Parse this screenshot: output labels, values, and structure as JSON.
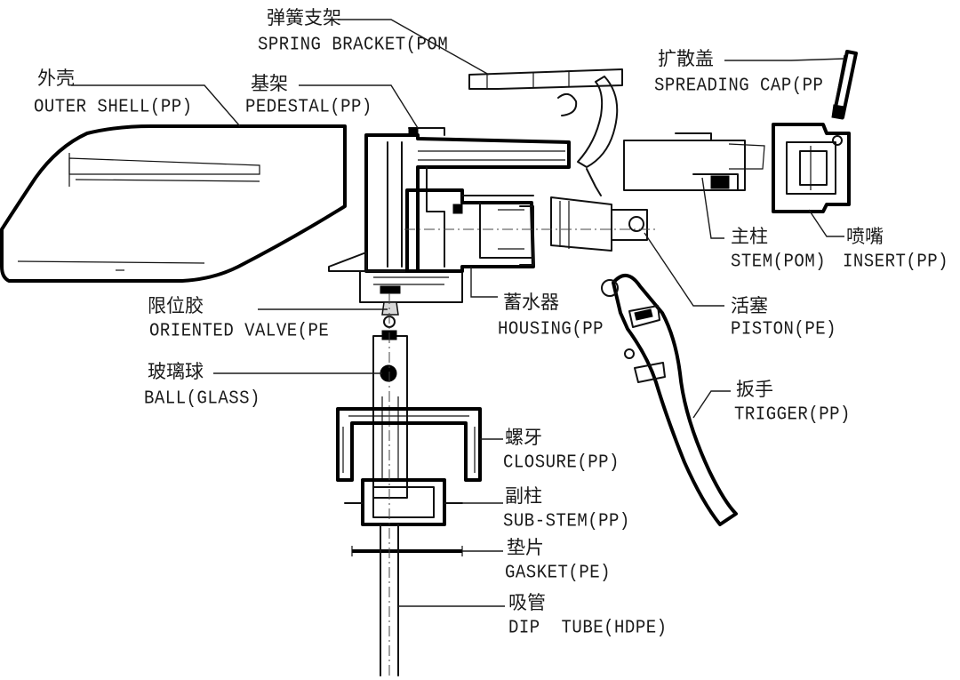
{
  "labels": {
    "spring_bracket": {
      "zh": "弹簧支架",
      "en": "SPRING BRACKET(POM"
    },
    "spreading_cap": {
      "zh": "扩散盖",
      "en": "SPREADING CAP(PP"
    },
    "outer_shell": {
      "zh": "外壳",
      "en": "OUTER SHELL(PP)"
    },
    "pedestal": {
      "zh": "基架",
      "en": "PEDESTAL(PP)"
    },
    "stem": {
      "zh": "主柱",
      "en": "STEM(POM)"
    },
    "insert": {
      "zh": "喷嘴",
      "en": "INSERT(PP)"
    },
    "oriented_valve": {
      "zh": "限位胶",
      "en": "ORIENTED VALVE(PE"
    },
    "housing": {
      "zh": "蓄水器",
      "en": "HOUSING(PP"
    },
    "piston": {
      "zh": "活塞",
      "en": "PISTON(PE)"
    },
    "ball": {
      "zh": "玻璃球",
      "en": "BALL(GLASS)"
    },
    "trigger": {
      "zh": "扳手",
      "en": "TRIGGER(PP)"
    },
    "closure": {
      "zh": "螺牙",
      "en": "CLOSURE(PP)"
    },
    "sub_stem": {
      "zh": "副柱",
      "en": "SUB-STEM(PP)"
    },
    "gasket": {
      "zh": "垫片",
      "en": "GASKET(PE)"
    },
    "dip_tube": {
      "zh": "吸管",
      "en": "DIP  TUBE(HDPE)"
    }
  }
}
